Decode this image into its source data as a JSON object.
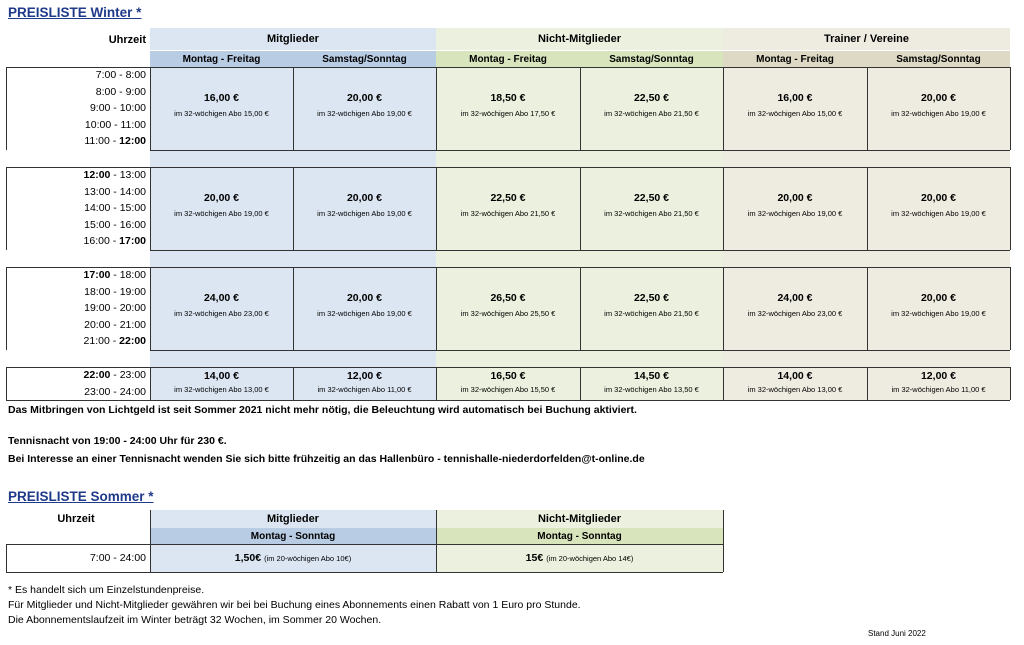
{
  "winter": {
    "title": "PREISLISTE Winter *",
    "uhrzeit_label": "Uhrzeit",
    "groups": [
      "Mitglieder",
      "Nicht-Mitglieder",
      "Trainer / Vereine"
    ],
    "subheaders": [
      "Montag - Freitag",
      "Samstag/Sonntag",
      "Montag - Freitag",
      "Samstag/Sonntag",
      "Montag - Freitag",
      "Samstag/Sonntag"
    ],
    "blocks": [
      {
        "times": [
          [
            "7:00 - 8:00",
            ""
          ],
          [
            "8:00 - 9:00",
            ""
          ],
          [
            "9:00 - 10:00",
            ""
          ],
          [
            "10:00 - 11:00",
            ""
          ],
          [
            "11:00 - ",
            "12:00"
          ]
        ],
        "bold_start": [
          false,
          false,
          false,
          false,
          false
        ],
        "prices": [
          {
            "price": "16,00 €",
            "abo": "im 32-wöchigen Abo 15,00 €"
          },
          {
            "price": "20,00 €",
            "abo": "im 32-wöchigen Abo 19,00 €"
          },
          {
            "price": "18,50 €",
            "abo": "im 32-wöchigen Abo 17,50 €"
          },
          {
            "price": "22,50 €",
            "abo": "im 32-wöchigen Abo 21,50 €"
          },
          {
            "price": "16,00 €",
            "abo": "im 32-wöchigen Abo 15,00 €"
          },
          {
            "price": "20,00 €",
            "abo": "im 32-wöchigen Abo 19,00 €"
          }
        ]
      },
      {
        "times": [
          [
            "12:00",
            " - 13:00"
          ],
          [
            "13:00 - 14:00",
            ""
          ],
          [
            "14:00 - 15:00",
            ""
          ],
          [
            "15:00 - 16:00",
            ""
          ],
          [
            "16:00 - ",
            "17:00"
          ]
        ],
        "bold_start": [
          true,
          false,
          false,
          false,
          false
        ],
        "prices": [
          {
            "price": "20,00 €",
            "abo": "im 32-wöchigen Abo 19,00 €"
          },
          {
            "price": "20,00 €",
            "abo": "im 32-wöchigen Abo 19,00 €"
          },
          {
            "price": "22,50 €",
            "abo": "im 32-wöchigen Abo 21,50 €"
          },
          {
            "price": "22,50 €",
            "abo": "im 32-wöchigen Abo 21,50 €"
          },
          {
            "price": "20,00 €",
            "abo": "im 32-wöchigen Abo 19,00 €"
          },
          {
            "price": "20,00 €",
            "abo": "im 32-wöchigen Abo 19,00 €"
          }
        ]
      },
      {
        "times": [
          [
            "17:00",
            " - 18:00"
          ],
          [
            "18:00 - 19:00",
            ""
          ],
          [
            "19:00 - 20:00",
            ""
          ],
          [
            "20:00 - 21:00",
            ""
          ],
          [
            "21:00 - ",
            "22:00"
          ]
        ],
        "bold_start": [
          true,
          false,
          false,
          false,
          false
        ],
        "prices": [
          {
            "price": "24,00 €",
            "abo": "im 32-wöchigen Abo 23,00 €"
          },
          {
            "price": "20,00 €",
            "abo": "im 32-wöchigen Abo 19,00 €"
          },
          {
            "price": "26,50 €",
            "abo": "im 32-wöchigen Abo 25,50 €"
          },
          {
            "price": "22,50 €",
            "abo": "im 32-wöchigen Abo 21,50 €"
          },
          {
            "price": "24,00 €",
            "abo": "im 32-wöchigen Abo 23,00 €"
          },
          {
            "price": "20,00 €",
            "abo": "im 32-wöchigen Abo 19,00 €"
          }
        ]
      },
      {
        "times": [
          [
            "22:00",
            " - 23:00"
          ],
          [
            "23:00 - 24:00",
            ""
          ]
        ],
        "bold_start": [
          true,
          false
        ],
        "prices": [
          {
            "price": "14,00 €",
            "abo": "im 32-wöchigen Abo 13,00 €"
          },
          {
            "price": "12,00 €",
            "abo": "im 32-wöchigen Abo 11,00 €"
          },
          {
            "price": "16,50 €",
            "abo": "im 32-wöchigen Abo 15,50 €"
          },
          {
            "price": "14,50 €",
            "abo": "im 32-wöchigen Abo 13,50 €"
          },
          {
            "price": "14,00 €",
            "abo": "im 32-wöchigen Abo 13,00 €"
          },
          {
            "price": "12,00 €",
            "abo": "im 32-wöchigen Abo 11,00 €"
          }
        ]
      }
    ]
  },
  "notes": {
    "lichtgeld": "Das Mitbringen von Lichtgeld ist seit Sommer 2021 nicht mehr nötig, die Beleuchtung wird automatisch bei Buchung aktiviert.",
    "tennisnacht": "Tennisnacht von 19:00 - 24:00 Uhr für 230 €.",
    "interesse": "Bei Interesse an einer Tennisnacht wenden Sie sich bitte frühzeitig an das Hallenbüro -  tennishalle-niederdorfelden@t-online.de"
  },
  "sommer": {
    "title": "PREISLISTE Sommer *",
    "uhrzeit_label": "Uhrzeit",
    "groups": [
      "Mitglieder",
      "Nicht-Mitglieder"
    ],
    "subheaders": [
      "Montag - Sonntag",
      "Montag - Sonntag"
    ],
    "time": "7:00 - 24:00",
    "prices": [
      {
        "price": "1,50€",
        "abo": "(im 20-wöchigen Abo 10€)"
      },
      {
        "price": "15€",
        "abo": "(im 20-wöchigen Abo 14€)"
      }
    ]
  },
  "footer": {
    "line1": "* Es handelt sich um Einzelstundenpreise.",
    "line2": "Für Mitglieder und Nicht-Mitglieder gewähren wir bei bei Buchung eines Abonnements einen Rabatt von 1 Euro pro Stunde.",
    "line3": "Die Abonnementslaufzeit im Winter beträgt 32 Wochen, im Sommer 20 Wochen.",
    "stand": "Stand Juni 2022"
  },
  "colors": {
    "title": "#1f3a8a",
    "mitglieder": "#dce6f2",
    "nicht_mitglieder": "#ebf1de",
    "trainer": "#eeece1"
  }
}
